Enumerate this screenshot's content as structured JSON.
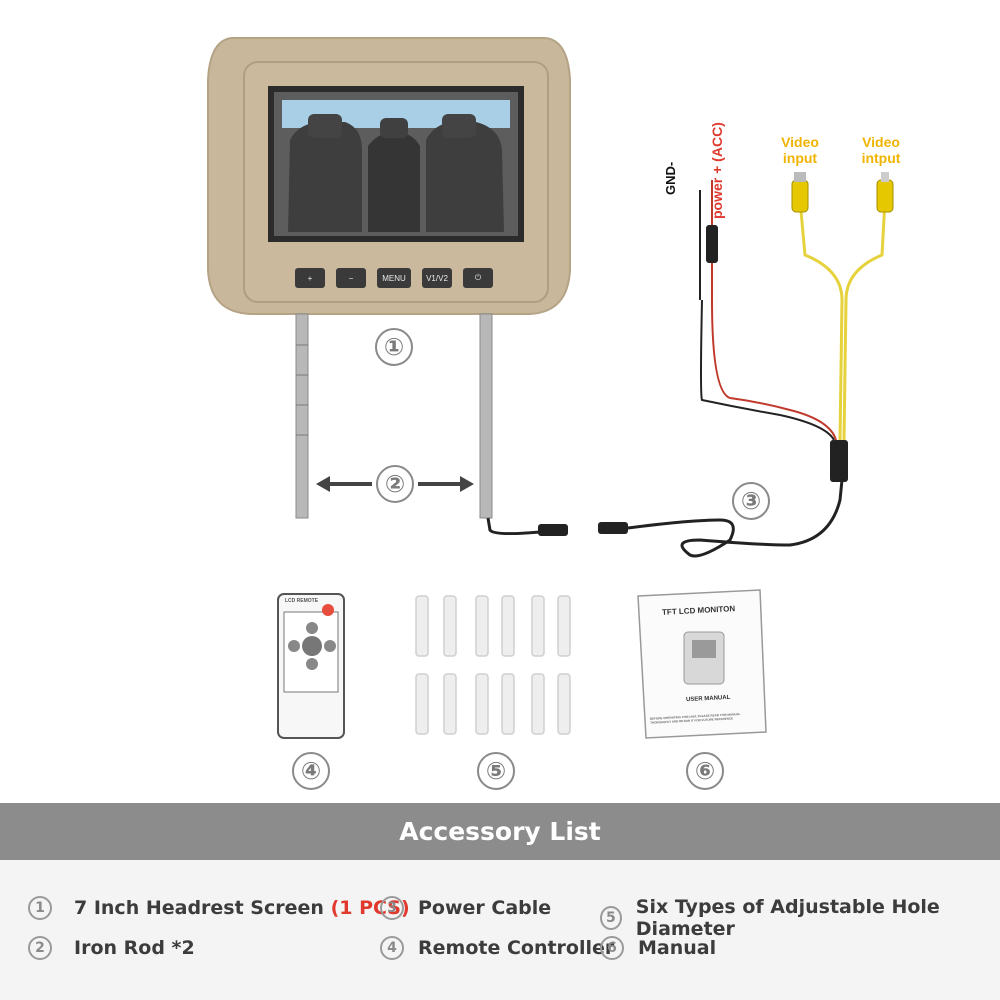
{
  "cable_labels": {
    "gnd": "GND-",
    "power": "power + (ACC)",
    "video1": "Video input",
    "video2": "Video intput"
  },
  "screen_buttons": [
    "+",
    "−",
    "MENU",
    "V1/V2",
    "⏻"
  ],
  "remote": {
    "label": "LCD REMOTE"
  },
  "manual": {
    "title": "TFT LCD MONITON",
    "subtitle": "USER MANUAL",
    "note": "BEFORE OPERATING THIS UNIT, PLEASE READ THIS MANUAL THOROUGHLY AND RETAIN IT FOR FUTURE REFERENCE"
  },
  "callouts": [
    "①",
    "②",
    "③",
    "④",
    "⑤",
    "⑥"
  ],
  "band_title": "Accessory List",
  "accessories": [
    {
      "num": "1",
      "text": "7 Inch Headrest Screen",
      "highlight": "(1 PCS)"
    },
    {
      "num": "2",
      "text": "Iron Rod *2",
      "highlight": ""
    },
    {
      "num": "3",
      "text": "Power Cable",
      "highlight": ""
    },
    {
      "num": "4",
      "text": "Remote Controller",
      "highlight": ""
    },
    {
      "num": "5",
      "text": "Six Types of Adjustable Hole Diameter",
      "highlight": ""
    },
    {
      "num": "6",
      "text": "Manual",
      "highlight": ""
    }
  ],
  "colors": {
    "headrest": "#c9b79c",
    "band": "#8c8c8c",
    "accent": "#e0392e",
    "video_label": "#f0b400"
  }
}
